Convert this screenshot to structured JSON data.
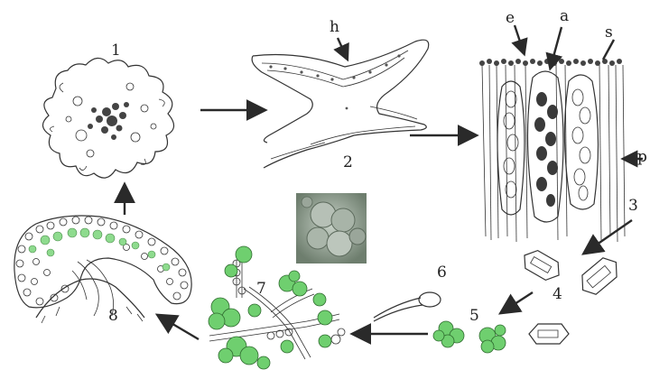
{
  "labels": {
    "stage1": "1",
    "stage2": "2",
    "stage3": "3",
    "stage4": "4",
    "stage5": "5",
    "stage6": "6",
    "stage7": "7",
    "stage8": "8",
    "part_h": "h",
    "part_e": "e",
    "part_a": "a",
    "part_s": "s",
    "part_p": "p"
  },
  "colors": {
    "ink": "#333333",
    "algae_green": "#6fcf6f",
    "micrograph_bg": "#8a9a8a"
  }
}
